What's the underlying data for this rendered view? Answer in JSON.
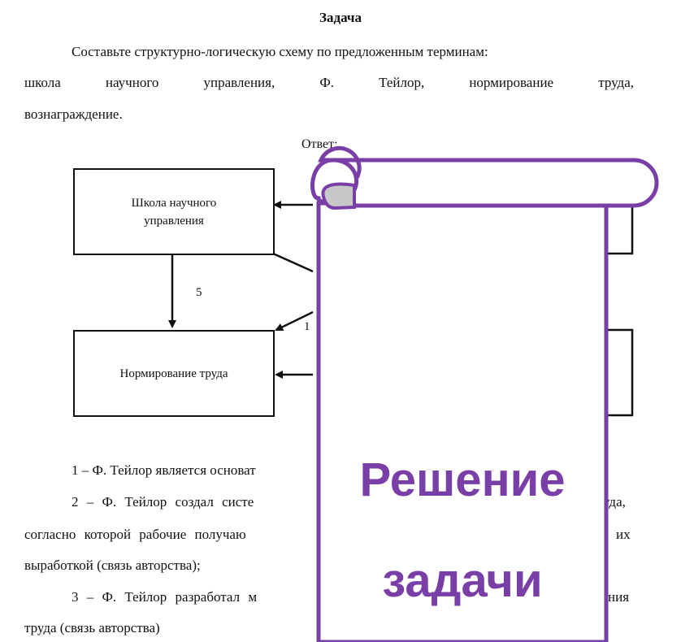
{
  "document": {
    "title": "Задача",
    "intro_line1": "Составьте структурно-логическую схему по предложенным терминам:",
    "intro_line2_words": [
      "школа",
      "научного",
      "управления,",
      "Ф.",
      "Тейлор,",
      "нормирование",
      "труда,"
    ],
    "intro_line3": "вознаграждение.",
    "answer_label": "Ответ:"
  },
  "diagram": {
    "box_school": "Школа научного управления",
    "box_norm": "Нормирование труда",
    "label_5": "5",
    "label_1": "1"
  },
  "explanations": {
    "item1": "1 – Ф. Тейлор является основат",
    "item2_line1_a": "2 – Ф. Тейлор создал систе",
    "item2_line1_b": "уда,",
    "item2_line2_a": "согласно которой рабочие получаю",
    "item2_line2_b": "их",
    "item2_line3": "выработкой (связь авторства);",
    "item3_line1_a": "3 – Ф. Тейлор разработал м",
    "item3_line1_b": "ния",
    "item3_line2": "труда (связь авторства)"
  },
  "banner": {
    "line1": "Решение",
    "line2": "задачи",
    "accent_color": "#7a3fa6",
    "curl_color": "#c8c8c8"
  }
}
